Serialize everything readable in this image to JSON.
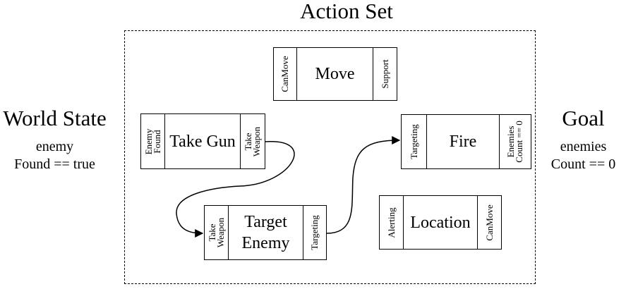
{
  "title": "Action Set",
  "world_state": {
    "heading": "World State",
    "line1": "enemy",
    "line2": "Found == true"
  },
  "goal": {
    "heading": "Goal",
    "line1": "enemies",
    "line2": "Count == 0"
  },
  "actions": {
    "move": {
      "name": "Move",
      "precondition": "CanMove",
      "effect": "Support"
    },
    "take_gun": {
      "name": "Take Gun",
      "precondition": "Enemy\nFound",
      "effect": "Take\nWeapon"
    },
    "fire": {
      "name": "Fire",
      "precondition": "Targeting",
      "effect": "Enemies\nCount == 0"
    },
    "target_enemy": {
      "name": "Target\nEnemy",
      "precondition": "Take\nWeapon",
      "effect": "Targeting"
    },
    "location": {
      "name": "Location",
      "precondition": "Alerting",
      "effect": "CanMove"
    }
  },
  "colors": {
    "line": "#000000",
    "background": "#ffffff"
  }
}
